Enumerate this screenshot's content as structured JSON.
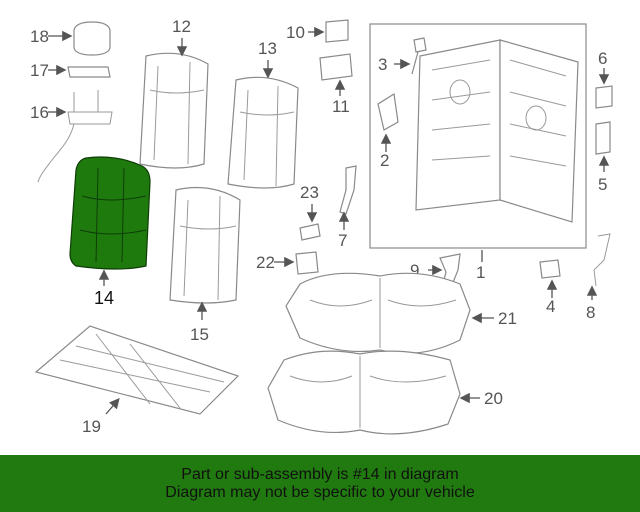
{
  "highlight_color": "#1f7a0e",
  "callouts": {
    "c1": "1",
    "c2": "2",
    "c3": "3",
    "c4": "4",
    "c5": "5",
    "c6": "6",
    "c7": "7",
    "c8": "8",
    "c9": "9",
    "c10": "10",
    "c11": "11",
    "c12": "12",
    "c13": "13",
    "c14": "14",
    "c15": "15",
    "c16": "16",
    "c17": "17",
    "c18": "18",
    "c19": "19",
    "c20": "20",
    "c21": "21",
    "c22": "22",
    "c23": "23"
  },
  "banner": {
    "line1": "Part or sub-assembly is #14 in diagram",
    "line2": "Diagram may not be specific to your vehicle"
  }
}
